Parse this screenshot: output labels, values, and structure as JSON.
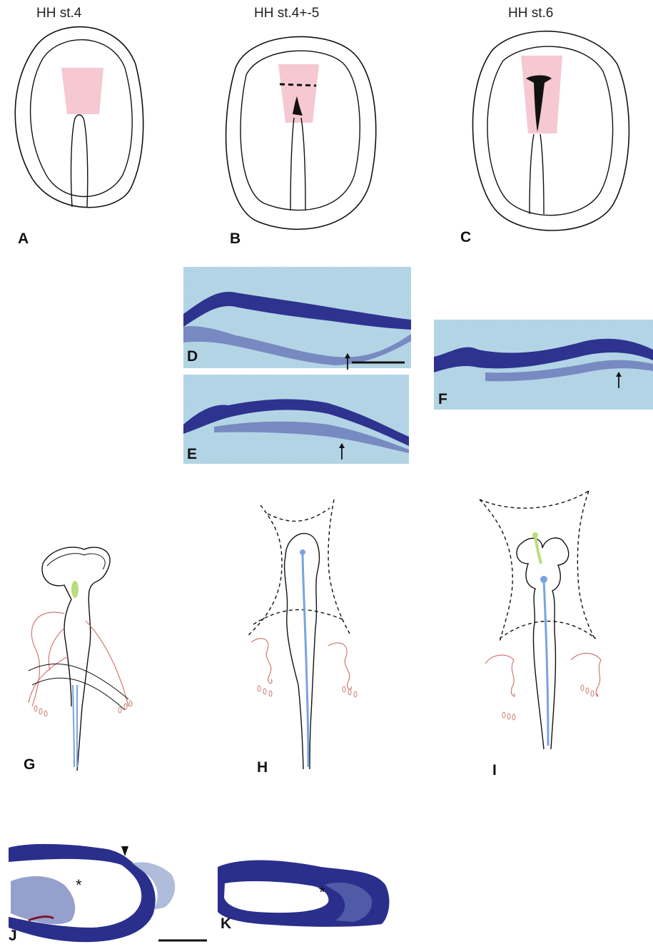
{
  "stage_titles": [
    "HH st.4",
    "HH st.4+-5",
    "HH st.6"
  ],
  "panel_labels": {
    "A": "A",
    "B": "B",
    "C": "C",
    "D": "D",
    "E": "E",
    "F": "F",
    "G": "G",
    "H": "H",
    "I": "I",
    "J": "J",
    "K": "K"
  },
  "markers": {
    "asterisk": "*"
  },
  "colors": {
    "line": "#111111",
    "pink_region": "#f2b6c3",
    "histology_bg": "#b9dce8",
    "tissue_dark": "#2a2f8c",
    "tissue_light": "#6a78b8",
    "green_marker": "#b9dd7a",
    "blue_marker": "#7aa3e0",
    "red_outline": "#d07a72"
  },
  "icons": [
    "arrow-up-icon",
    "arrowhead-icon"
  ]
}
